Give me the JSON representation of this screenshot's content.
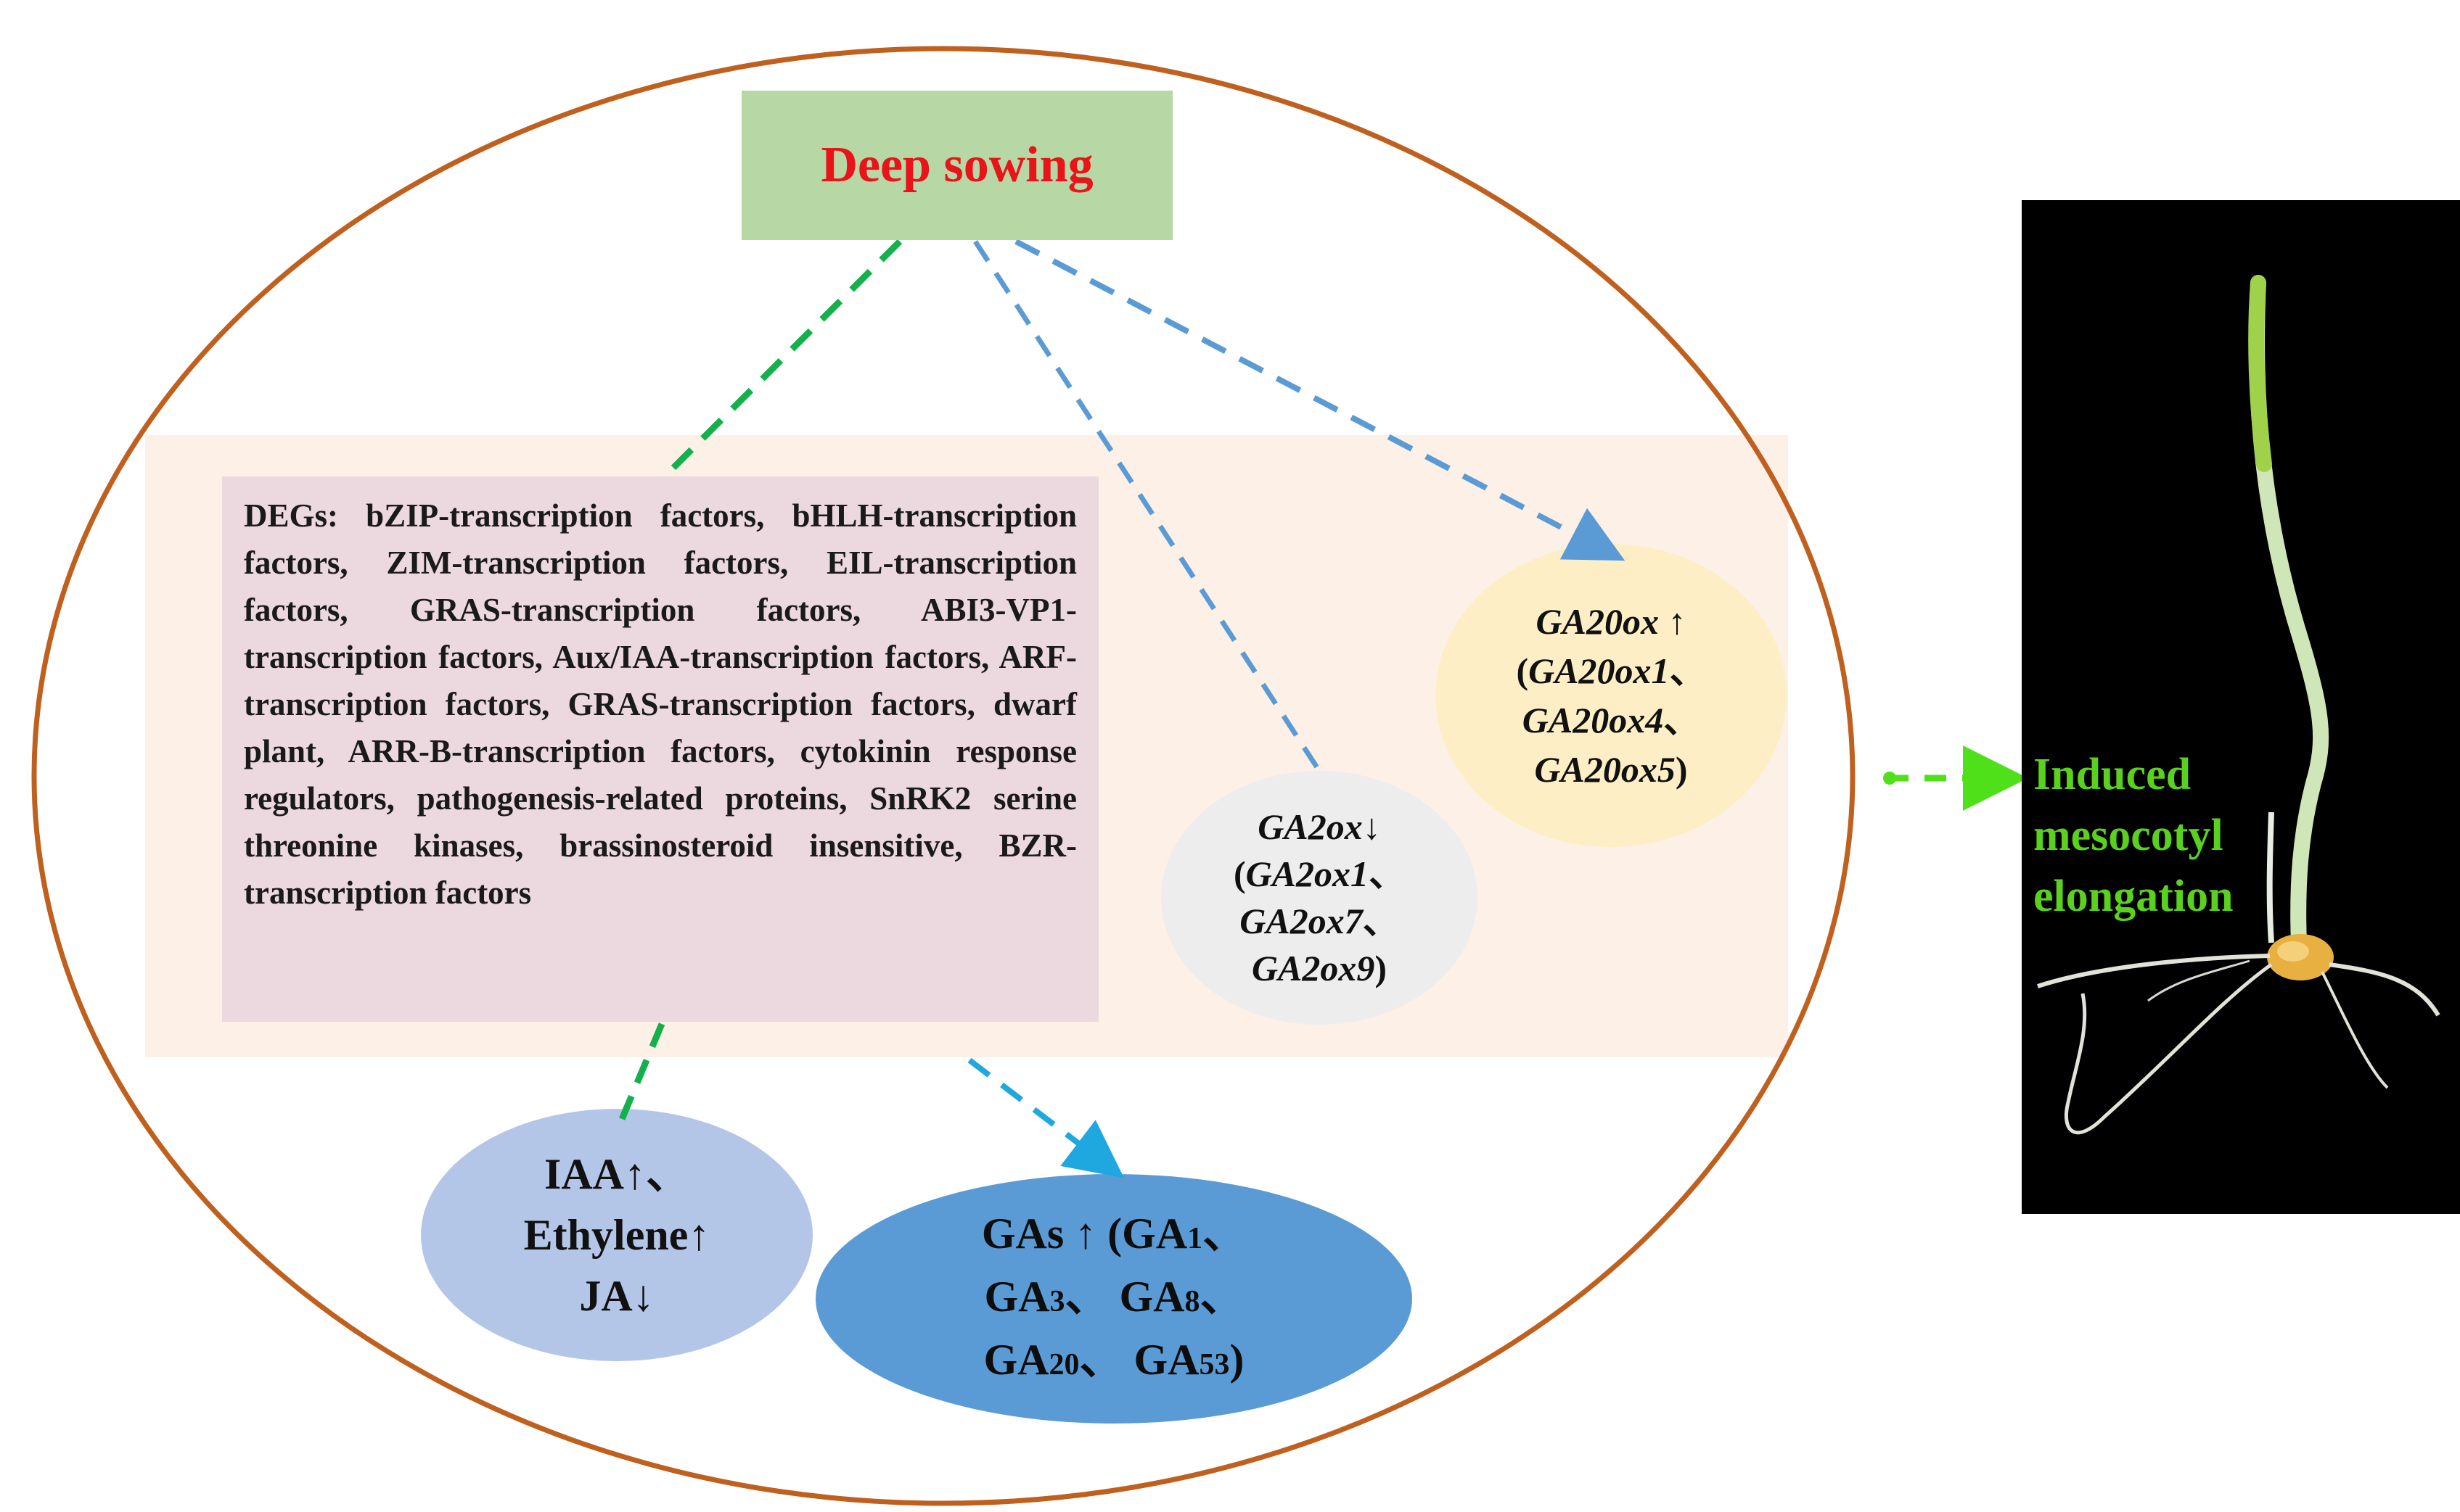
{
  "title": "Deep sowing",
  "degs_text": "DEGs: bZIP-transcription factors, bHLH-transcription factors, ZIM-transcription factors, EIL-transcription factors, GRAS-transcription factors, ABI3-VP1-transcription factors, Aux/IAA-transcription factors, ARF-transcription factors, GRAS-transcription factors, dwarf plant, ARR-B-transcription factors, cytokinin response regulators, pathogenesis-related proteins, SnRK2 serine threonine kinases, brassinosteroid insensitive, BZR-transcription factors",
  "ga2ox": {
    "head": "GA2ox",
    "arrow": "↓",
    "open": "(",
    "genes": [
      "GA2ox1",
      "GA2ox7",
      "GA2ox9"
    ],
    "sep": "、",
    "close": ")"
  },
  "ga20ox": {
    "head": "GA20ox",
    "arrow": "↑",
    "open": "(",
    "genes": [
      "GA20ox1",
      "GA20ox4",
      "GA20ox5"
    ],
    "sep": "、",
    "close": ")"
  },
  "hormones": {
    "line1": "IAA↑、",
    "line2": "Ethylene↑",
    "line3": "JA↓"
  },
  "gas": {
    "lead": "GAs ↑ (GA",
    "sub1": "1",
    "sep1": "、",
    "ga3": "GA",
    "sub3": "3",
    "sep3": "、 ",
    "ga8": "GA",
    "sub8": "8",
    "sep8": "、",
    "ga20": "GA",
    "sub20": "20",
    "sep20": "、 ",
    "ga53": "GA",
    "sub53": "53",
    "close": ")"
  },
  "induced": {
    "line1": "Induced",
    "line2": "mesocotyl",
    "line3": "elongation"
  },
  "colors": {
    "outer_ellipse": "#c0601e",
    "peach_band": "#fdf0e6",
    "title_box": "#b7d7a4",
    "title_text": "#e8141a",
    "deg_box": "#ecd8df",
    "ga2ox_ellipse": "#ededed",
    "ga20ox_ellipse": "#fdeec6",
    "hormone_ellipse": "#b4c6e7",
    "gas_ellipse": "#5b9bd5",
    "green_dash": "#13b04b",
    "blue_dash": "#5b9bd5",
    "cyan_dash": "#1fa7e0",
    "induced_text": "#5ad11e"
  }
}
